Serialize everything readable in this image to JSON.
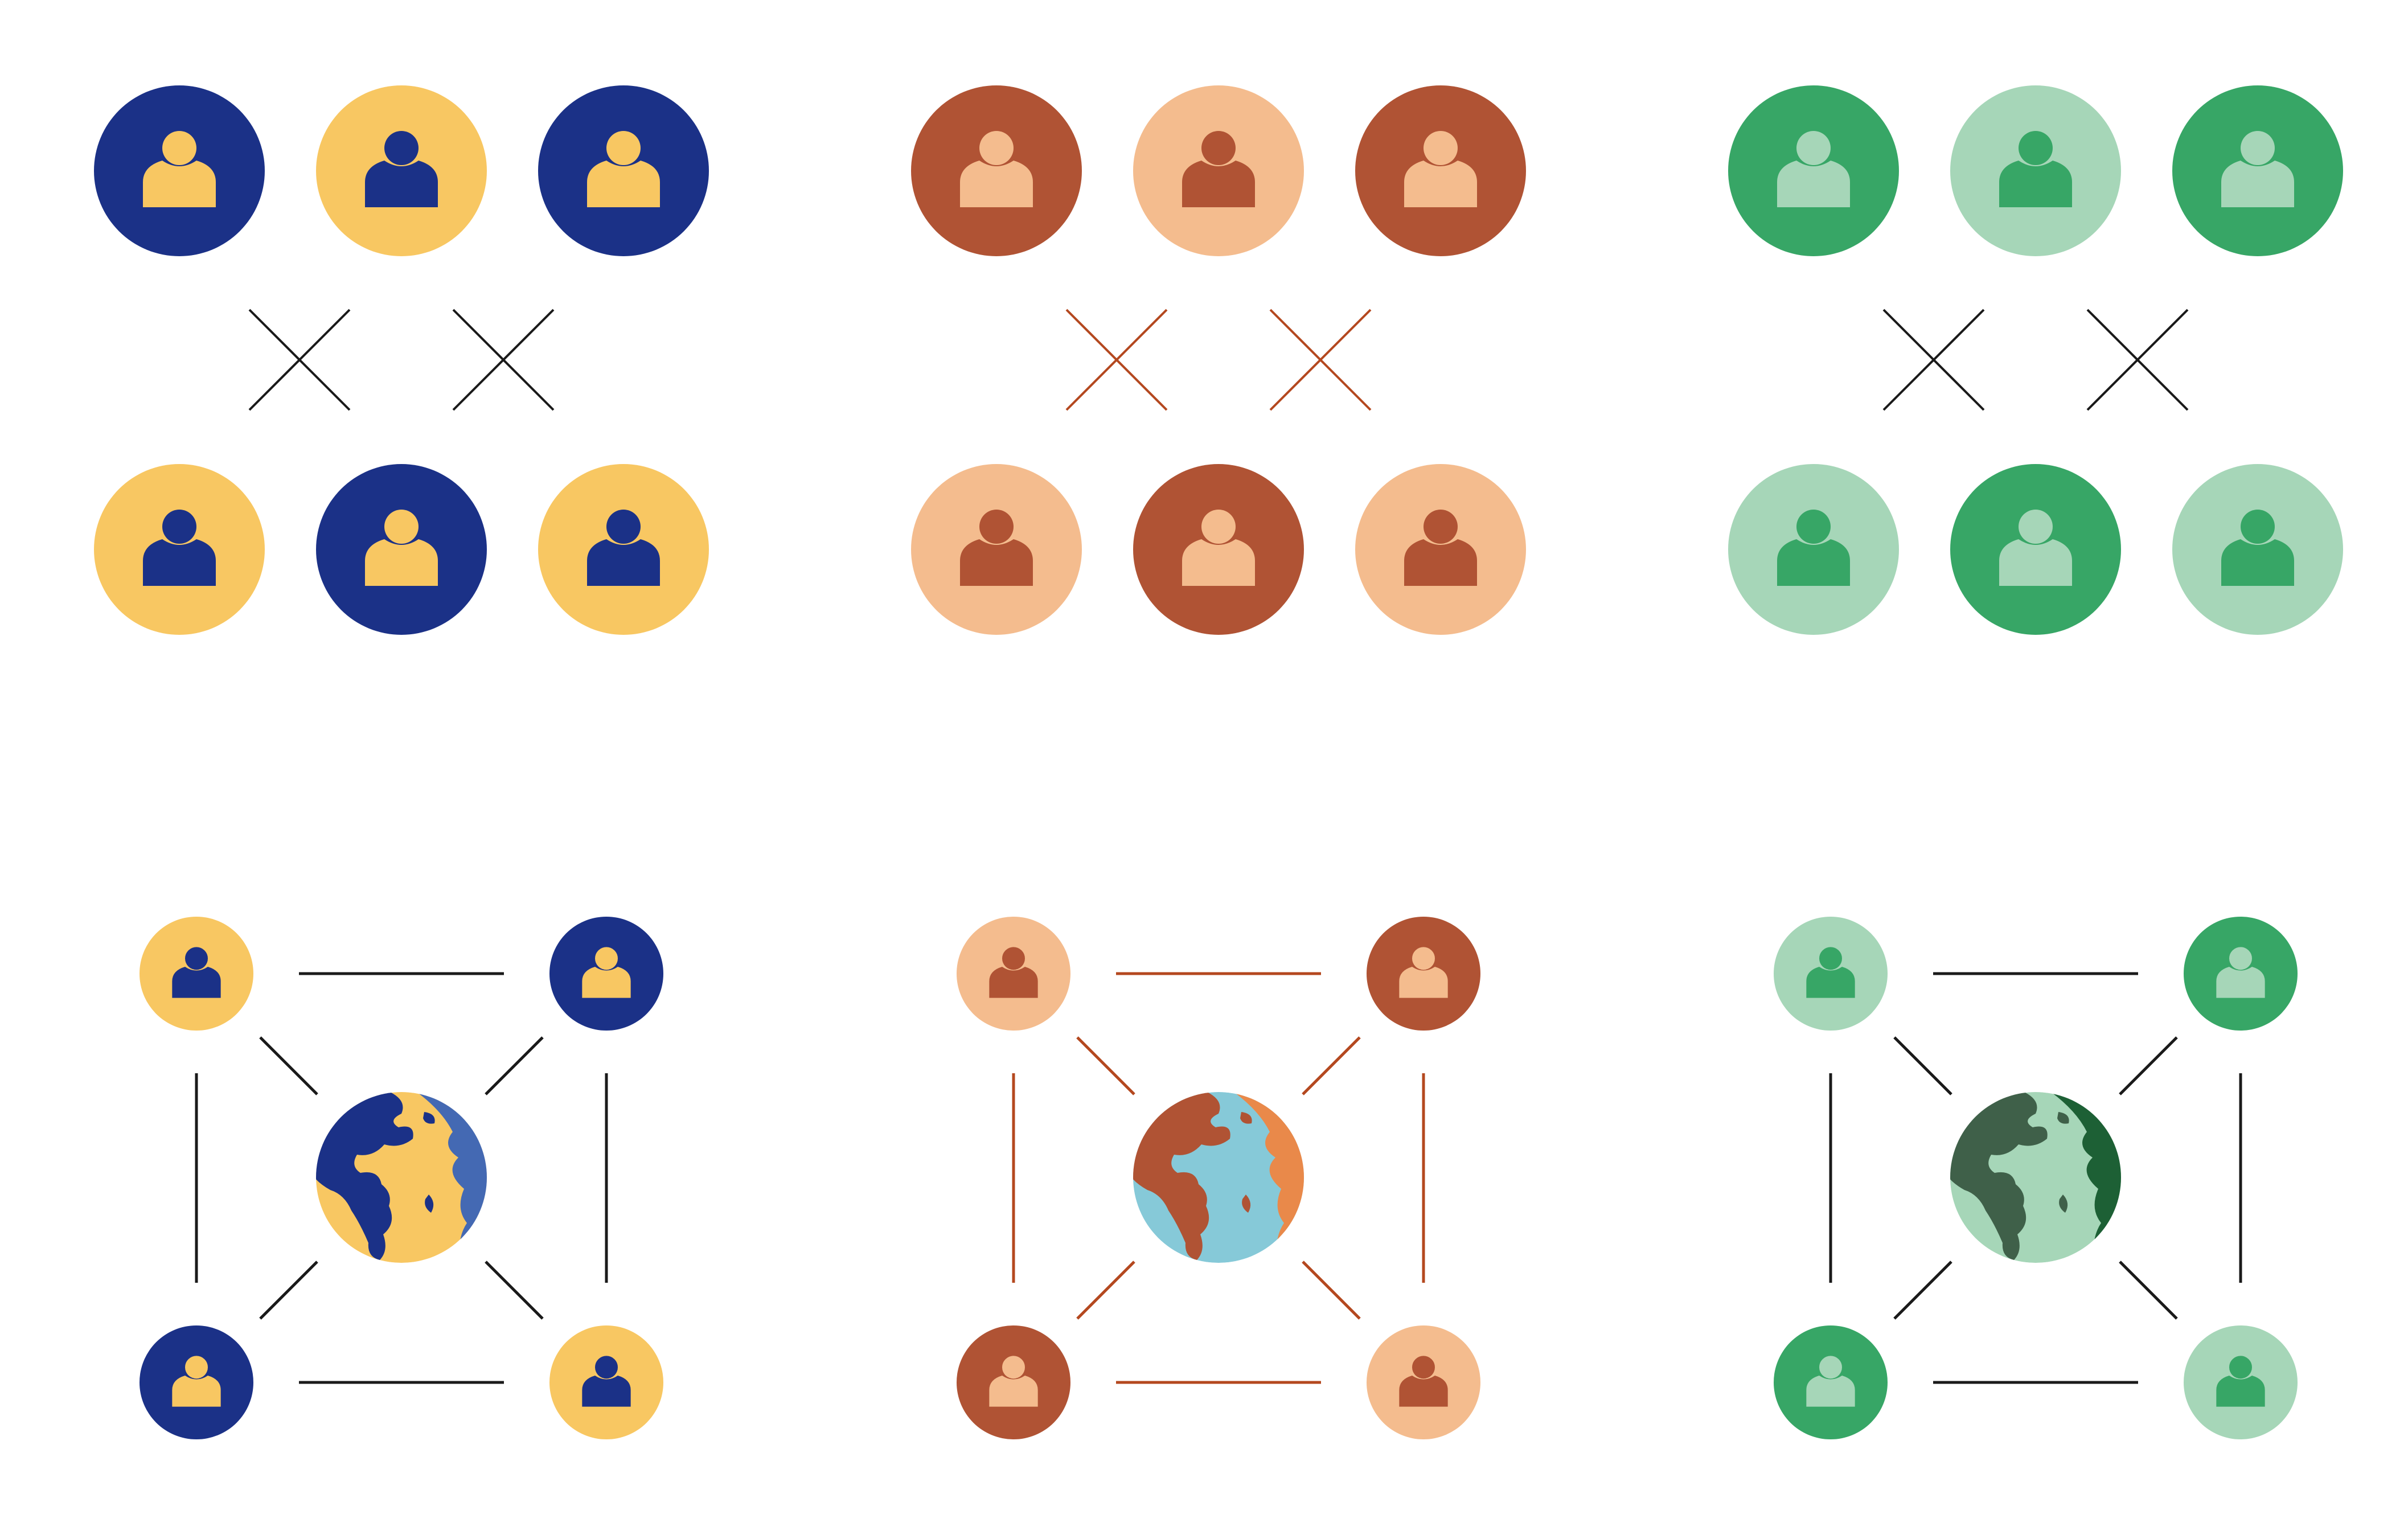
{
  "figure": {
    "panels": [
      {
        "id": "blue",
        "colors": {
          "dark": "#1b3187",
          "light": "#f8c762",
          "line": "#1a1a1a",
          "globe_ocean_light": "#f8c762",
          "globe_ocean_dark": "#4469b3",
          "globe_land": "#1b3187"
        },
        "pairwise_row_top": [
          "dark",
          "light",
          "dark"
        ],
        "pairwise_row_bottom": [
          "light",
          "dark",
          "light"
        ],
        "network_corners": {
          "top_left": "light",
          "top_right": "dark",
          "bottom_left": "dark",
          "bottom_right": "light"
        }
      },
      {
        "id": "orange",
        "colors": {
          "dark": "#b05334",
          "light": "#f4bc8e",
          "line": "#b4481f",
          "globe_ocean_light": "#86c9d8",
          "globe_ocean_dark": "#e9894a",
          "globe_land": "#b05334"
        },
        "pairwise_row_top": [
          "dark",
          "light",
          "dark"
        ],
        "pairwise_row_bottom": [
          "light",
          "dark",
          "light"
        ],
        "network_corners": {
          "top_left": "light",
          "top_right": "dark",
          "bottom_left": "dark",
          "bottom_right": "light"
        }
      },
      {
        "id": "green",
        "colors": {
          "dark": "#37a666",
          "light": "#a6d6b8",
          "line": "#1a1a1a",
          "globe_ocean_light": "#a6d6b8",
          "globe_ocean_dark": "#1d6035",
          "globe_land": "#3f6049"
        },
        "pairwise_row_top": [
          "dark",
          "light",
          "dark"
        ],
        "pairwise_row_bottom": [
          "light",
          "dark",
          "light"
        ],
        "network_corners": {
          "top_left": "light",
          "top_right": "dark",
          "bottom_left": "dark",
          "bottom_right": "light"
        }
      }
    ],
    "icons": {
      "person": "person-icon",
      "cross": "cross-icon",
      "globe": "globe-icon"
    }
  }
}
